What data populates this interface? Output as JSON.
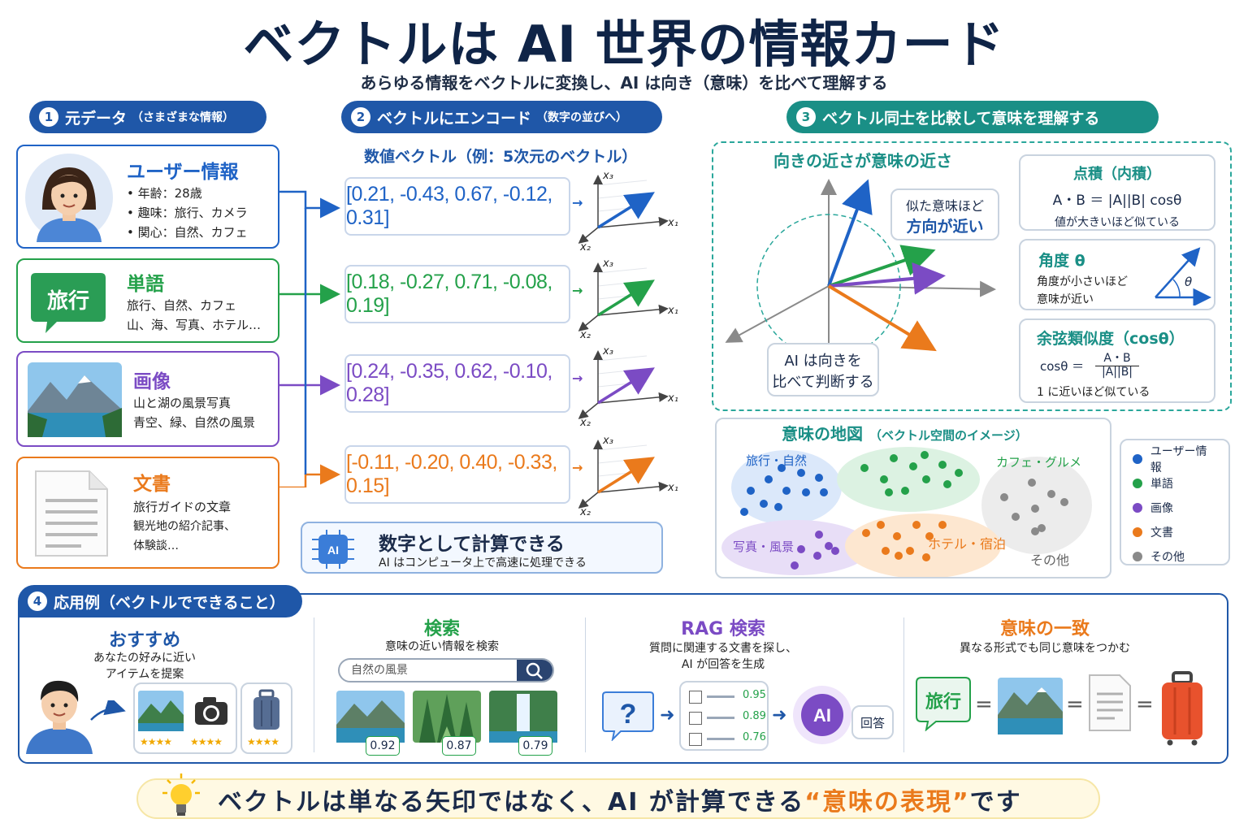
{
  "title": "ベクトルは AI 世界の情報カード",
  "subtitle": "あらゆる情報をベクトルに変換し、AI は向き（意味）を比べて理解する",
  "sections": {
    "s1": {
      "num": "1",
      "label": "元データ",
      "sub": "（さまざまな情報）"
    },
    "s2": {
      "num": "2",
      "label": "ベクトルにエンコード",
      "sub": "（数字の並びへ）"
    },
    "s3": {
      "num": "3",
      "label": "ベクトル同士を比較して意味を理解する"
    },
    "s4": {
      "num": "4",
      "label": "応用例（ベクトルでできること）"
    }
  },
  "sources": [
    {
      "title": "ユーザー情報",
      "lines": [
        "• 年齢：28歳",
        "• 趣味：旅行、カメラ",
        "• 関心：自然、カフェ"
      ],
      "color": "#1f63c6"
    },
    {
      "title": "単語",
      "badge": "旅行",
      "lines": [
        "旅行、自然、カフェ",
        "山、海、写真、ホテル…"
      ],
      "color": "#24a14a"
    },
    {
      "title": "画像",
      "lines": [
        "山と湖の風景写真",
        "青空、緑、自然の風景"
      ],
      "color": "#7b4bc4"
    },
    {
      "title": "文書",
      "lines": [
        "旅行ガイドの文章",
        "観光地の紹介記事、",
        "体験談…"
      ],
      "color": "#ea7a1c"
    }
  ],
  "vectors_caption": "数値ベクトル（例：5次元のベクトル）",
  "vectors": [
    {
      "text": "[0.21, -0.43, 0.67, -0.12, 0.31]",
      "color": "#1f63c6"
    },
    {
      "text": "[0.18, -0.27, 0.71, -0.08, 0.19]",
      "color": "#24a14a"
    },
    {
      "text": "[0.24, -0.35, 0.62, -0.10, 0.28]",
      "color": "#7b4bc4"
    },
    {
      "text": "[-0.11, -0.20, 0.40, -0.33, 0.15]",
      "color": "#ea7a1c"
    }
  ],
  "axis_labels": {
    "x1": "x₁",
    "x2": "x₂",
    "x3": "x₃"
  },
  "calc": {
    "title": "数字として計算できる",
    "desc": "AI はコンピュータ上で高速に処理できる",
    "chip": "AI"
  },
  "compare": {
    "title": "向きの近さが意味の近さ",
    "bubble1": "似た意味ほど",
    "bubble2": "方向が近い",
    "judge1": "AI は向きを",
    "judge2": "比べて判断する",
    "dot_title": "点積（内積）",
    "dot_formula": "A・B ＝ |A||B| cosθ",
    "dot_desc": "値が大きいほど似ている",
    "angle_title": "角度 θ",
    "angle_desc1": "角度が小さいほど",
    "angle_desc2": "意味が近い",
    "theta": "θ",
    "cos_title": "余弦類似度（cosθ）",
    "cos_lhs": "cosθ ＝",
    "cos_num": "A・B",
    "cos_den": "|A||B|",
    "cos_desc": "1 に近いほど似ている"
  },
  "map": {
    "title": "意味の地図",
    "sub": "（ベクトル空間のイメージ）",
    "clusters": {
      "travel": "旅行・自然",
      "cafe": "カフェ・グルメ",
      "photo": "写真・風景",
      "hotel": "ホテル・宿泊",
      "other": "その他"
    },
    "legend": [
      {
        "label": "ユーザー情報",
        "color": "#1f63c6"
      },
      {
        "label": "単語",
        "color": "#24a14a"
      },
      {
        "label": "画像",
        "color": "#7b4bc4"
      },
      {
        "label": "文書",
        "color": "#ea7a1c"
      },
      {
        "label": "その他",
        "color": "#8a8a8a"
      }
    ]
  },
  "apps": {
    "recommend": {
      "title": "おすすめ",
      "desc1": "あなたの好みに近い",
      "desc2": "アイテムを提案",
      "stars": "★★★★"
    },
    "search": {
      "title": "検索",
      "desc": "意味の近い情報を検索",
      "placeholder": "自然の風景",
      "scores": [
        "0.92",
        "0.87",
        "0.79"
      ]
    },
    "rag": {
      "title": "RAG 検索",
      "desc1": "質問に関連する文書を探し、",
      "desc2": "AI が回答を生成",
      "scores": [
        "0.95",
        "0.89",
        "0.76"
      ],
      "answer": "回答",
      "q": "?",
      "ai": "AI"
    },
    "match": {
      "title": "意味の一致",
      "desc": "異なる形式でも同じ意味をつかむ",
      "badge": "旅行",
      "eq": "="
    }
  },
  "footer": {
    "pre": "ベクトルは単なる矢印ではなく、AI が計算できる",
    "highlight": "“意味の表現”",
    "post": "です"
  }
}
